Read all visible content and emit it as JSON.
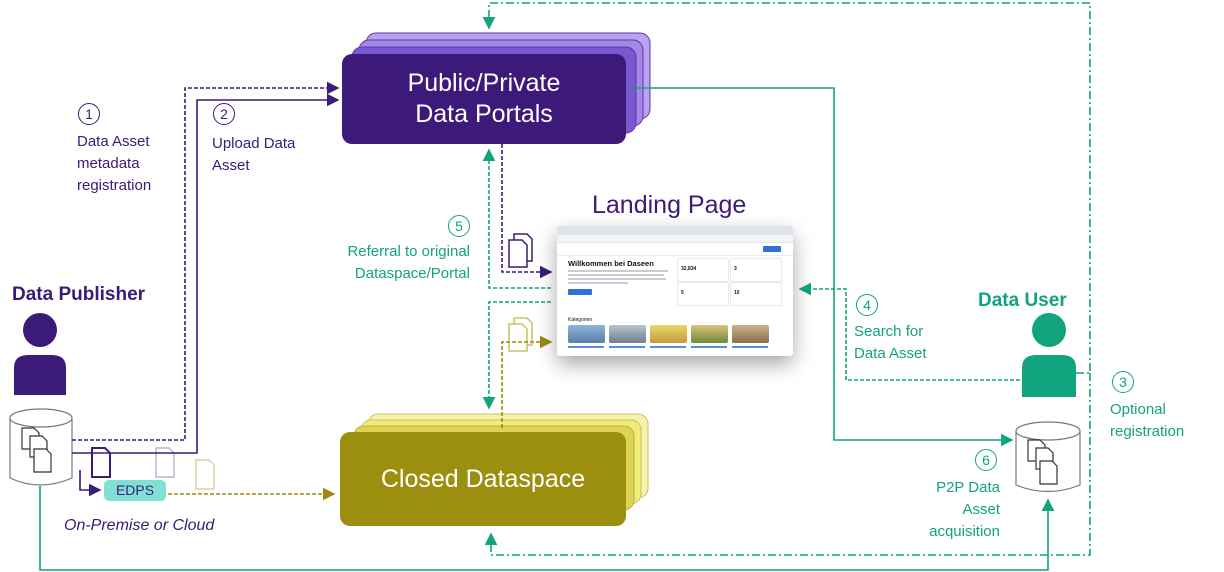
{
  "title": "Landing Page",
  "boxes": {
    "portals": "Public/Private Data Portals",
    "closed": "Closed Dataspace"
  },
  "roles": {
    "publisher": "Data Publisher",
    "user": "Data User"
  },
  "edps": "EDPS",
  "premise": "On-Premise or Cloud",
  "steps": [
    {
      "num": "1",
      "text": "Data Asset metadata registration"
    },
    {
      "num": "2",
      "text": "Upload Data Asset"
    },
    {
      "num": "3",
      "text": "Optional registration"
    },
    {
      "num": "4",
      "text": "Search for Data Asset"
    },
    {
      "num": "5",
      "text": "Referral to original Dataspace/Portal"
    },
    {
      "num": "6",
      "text": "P2P Data Asset acquisition"
    }
  ],
  "landing_page_shot": {
    "heading": "Willkommen bei Daseen",
    "stats": [
      "32,834",
      "3",
      "5",
      "10"
    ],
    "categories_label": "Kategorien"
  },
  "colors": {
    "purple": "#3b1a78",
    "green": "#12a37f",
    "olive": "#9a8a0e",
    "edps": "#7fe0d3"
  }
}
